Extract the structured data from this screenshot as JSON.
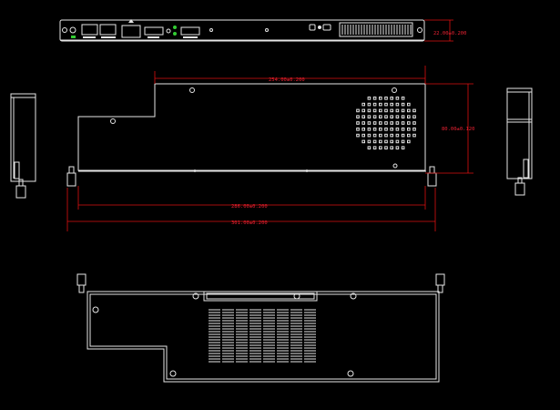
{
  "drawing": {
    "dimensions": {
      "front_height": "22.00±0.200",
      "board_top_length": "254.00±0.200",
      "board_height": "80.00±0.120",
      "inner_length": "286.00±0.200",
      "overall_length": "301.00±0.200"
    },
    "colors": {
      "background": "#000000",
      "outline": "#e6e6e6",
      "dimension": "#dd1111",
      "indicator": "#33cc33"
    }
  }
}
